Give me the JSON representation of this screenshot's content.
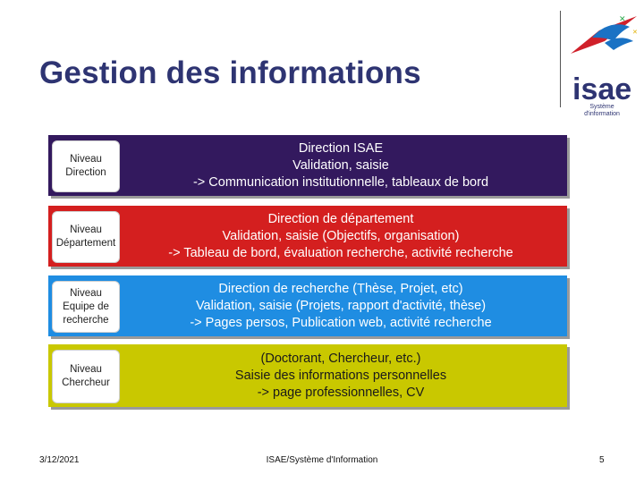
{
  "slide": {
    "title": "Gestion des informations",
    "logo": {
      "text": "isae",
      "subtitle_line1": "Système",
      "subtitle_line2": "d'information"
    }
  },
  "levels": [
    {
      "label_lines": [
        "Niveau",
        "Direction"
      ],
      "text_lines": [
        "Direction ISAE",
        "Validation, saisie",
        "-> Communication institutionnelle, tableaux de bord"
      ],
      "color": "#33195e",
      "text_color": "#ffffff"
    },
    {
      "label_lines": [
        "Niveau",
        "Département"
      ],
      "text_lines": [
        "Direction de département",
        "Validation, saisie (Objectifs, organisation)",
        "-> Tableau de bord, évaluation recherche, activité recherche"
      ],
      "color": "#d41f1f",
      "text_color": "#ffffff"
    },
    {
      "label_lines": [
        "Niveau",
        "Equipe de",
        "recherche"
      ],
      "text_lines": [
        "Direction de recherche (Thèse, Projet, etc)",
        "Validation, saisie (Projets, rapport d'activité, thèse)",
        "-> Pages persos, Publication web, activité recherche"
      ],
      "color": "#1f8de2",
      "text_color": "#ffffff"
    },
    {
      "label_lines": [
        "Niveau",
        "Chercheur"
      ],
      "text_lines": [
        "(Doctorant, Chercheur, etc.)",
        "Saisie des informations personnelles",
        "-> page professionnelles, CV"
      ],
      "color": "#c9c800",
      "text_color": "#1a1a1a"
    }
  ],
  "footer": {
    "date": "3/12/2021",
    "center": "ISAE/Système d'Information",
    "page": "5"
  }
}
